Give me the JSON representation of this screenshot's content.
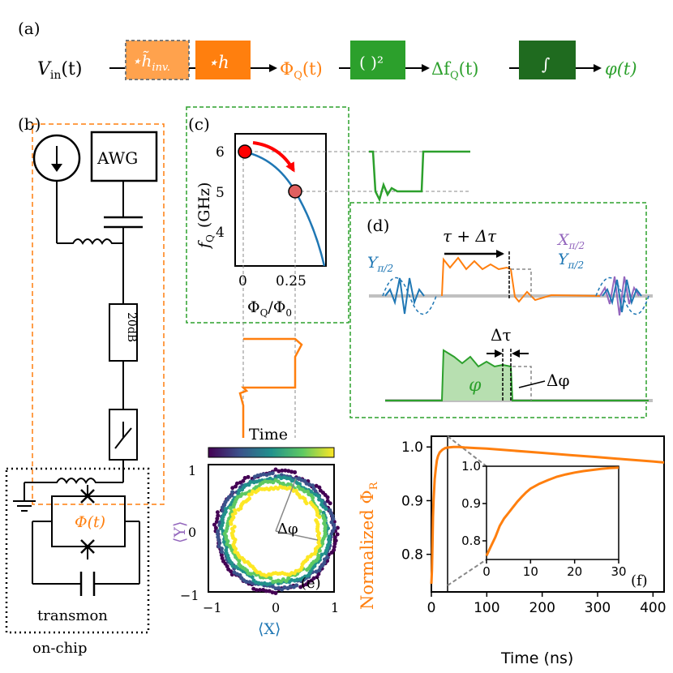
{
  "panels": {
    "a": "(a)",
    "b": "(b)",
    "c": "(c)",
    "d": "(d)",
    "e": "(e)",
    "f": "(f)"
  },
  "colors": {
    "orange": "#ff7f0e",
    "light_orange": "#ffa24d",
    "green": "#2ca02c",
    "dark_green": "#1f6b1f",
    "blue": "#1f77b4",
    "purple": "#9467bd",
    "red": "#ff0000",
    "light_green_fill": "#b7dfb0"
  },
  "panel_a": {
    "input": "V",
    "input_sub": "in",
    "input_arg": "(t)",
    "box1": "⋆h̃",
    "box1_sub": "inv.",
    "box2": "⋆h",
    "phi_q": "Φ",
    "phi_q_sub": "Q",
    "phi_q_arg": "(t)",
    "box3": "( )²",
    "delta_f": "Δf",
    "delta_f_sub": "Q",
    "delta_f_arg": "(t)",
    "box4": "∫",
    "output": "φ(t)"
  },
  "panel_b": {
    "awg": "AWG",
    "attenuator": "20dB",
    "flux": "Φ(t)",
    "transmon": "transmon",
    "on_chip": "on-chip"
  },
  "panel_c": {
    "ylabel_main": "f",
    "ylabel_sub": "Q",
    "ylabel_unit": "(GHz)",
    "xlabel": "Φ",
    "xlabel_sub": "Q",
    "xlabel_tail": "/Φ",
    "xlabel_sub2": "0",
    "yticks": [
      "4",
      "5",
      "6"
    ],
    "xticks": [
      "0",
      "0.25"
    ],
    "time_label": "Time"
  },
  "panel_d": {
    "y_pulse": "Y",
    "y_pulse_sub": "π/2",
    "x_pulse": "X",
    "x_pulse_sub": "π/2",
    "tau_label": "τ + Δτ",
    "delta_tau": "Δτ",
    "phi": "φ",
    "delta_phi": "Δφ"
  },
  "panel_e": {
    "xlabel": "⟨X⟩",
    "ylabel": "⟨Y⟩",
    "xticks": [
      "−1",
      "0",
      "1"
    ],
    "yticks": [
      "1",
      "0",
      "−1"
    ],
    "delta_phi": "Δφ"
  },
  "chart_data": {
    "type": "line",
    "xlabel": "Time (ns)",
    "ylabel": "Normalized Φ",
    "ylabel_sub": "R",
    "xlim": [
      0,
      420
    ],
    "ylim": [
      0.73,
      1.02
    ],
    "xticks": [
      "0",
      "100",
      "200",
      "300",
      "400"
    ],
    "yticks": [
      "0.8",
      "0.9",
      "1.0"
    ],
    "series": [
      {
        "x": [
          0,
          1,
          2,
          3,
          4,
          6,
          8,
          10,
          12,
          15,
          20,
          25,
          30,
          40,
          50,
          60,
          80,
          100,
          150,
          200,
          250,
          300,
          350,
          400,
          420
        ],
        "values": [
          0.745,
          0.77,
          0.82,
          0.87,
          0.9,
          0.94,
          0.96,
          0.975,
          0.983,
          0.99,
          0.995,
          0.998,
          0.999,
          1.0,
          1.0,
          0.999,
          0.998,
          0.997,
          0.993,
          0.989,
          0.985,
          0.981,
          0.977,
          0.973,
          0.971
        ]
      }
    ],
    "inset": {
      "xlim": [
        0,
        30
      ],
      "ylim": [
        0.75,
        1.0
      ],
      "xticks": [
        "0",
        "10",
        "20",
        "30"
      ],
      "yticks": [
        "0.8",
        "0.9",
        "1.0"
      ],
      "x": [
        0,
        1,
        2,
        3,
        4,
        5,
        6,
        7,
        8,
        9,
        10,
        12,
        14,
        16,
        18,
        20,
        22,
        24,
        26,
        28,
        30
      ],
      "values": [
        0.76,
        0.785,
        0.81,
        0.84,
        0.86,
        0.875,
        0.89,
        0.905,
        0.918,
        0.93,
        0.94,
        0.953,
        0.963,
        0.972,
        0.978,
        0.983,
        0.987,
        0.99,
        0.993,
        0.995,
        0.996
      ]
    }
  }
}
